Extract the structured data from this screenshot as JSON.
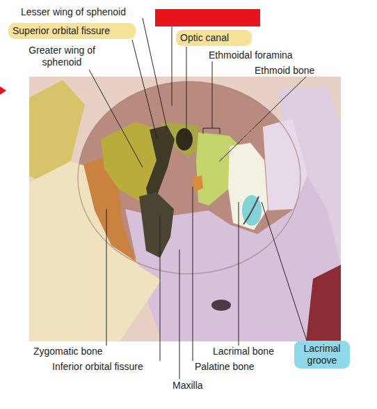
{
  "diagram": {
    "nodes": [
      {
        "text": [
          "Superior orbital fissure"
        ]
      },
      {
        "text": [
          "Optic canal"
        ]
      },
      {
        "text": [
          "Lacrimal groove"
        ]
      }
    ],
    "labels": [
      "Lesser wing of sphenoid",
      "Greater wing of sphenoid",
      "Ethmoidal foramina",
      "Ethmoid bone",
      "Zygomatic bone",
      "Inferior orbital fissure",
      "Maxilla",
      "Palatine bone",
      "Lacrimal bone"
    ]
  }
}
